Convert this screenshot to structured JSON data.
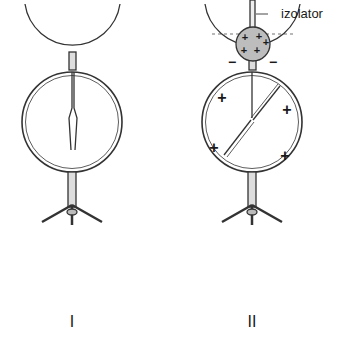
{
  "diagram": {
    "labels": [
      "izolator",
      "+",
      "+",
      "+",
      "+",
      "+",
      "−",
      "−",
      "+",
      "+",
      "+",
      "+",
      "I",
      "II"
    ]
  }
}
